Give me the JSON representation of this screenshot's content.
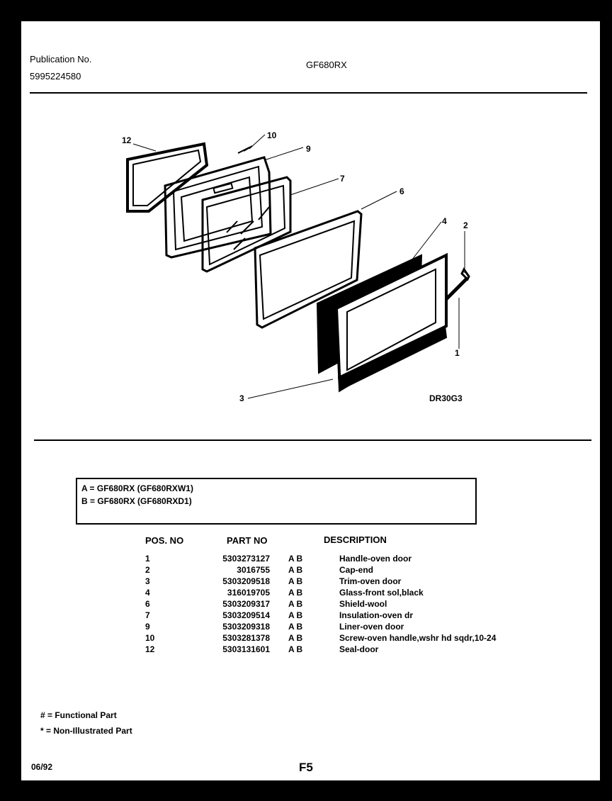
{
  "header": {
    "pub_label": "Publication No.",
    "pub_number": "5995224580",
    "model": "GF680RX"
  },
  "diagram": {
    "callouts": [
      "12",
      "10",
      "9",
      "7",
      "6",
      "4",
      "2",
      "1",
      "3"
    ],
    "code": "DR30G3"
  },
  "legend": {
    "lines": [
      "A = GF680RX (GF680RXW1)",
      "B = GF680RX (GF680RXD1)"
    ]
  },
  "parts_table": {
    "headers": {
      "pos": "POS. NO",
      "part": "PART NO",
      "desc": "DESCRIPTION"
    },
    "rows": [
      {
        "pos": "1",
        "part": "5303273127",
        "models": "A B",
        "desc": "Handle-oven door"
      },
      {
        "pos": "2",
        "part": "3016755",
        "models": "A B",
        "desc": "Cap-end"
      },
      {
        "pos": "3",
        "part": "5303209518",
        "models": "A B",
        "desc": "Trim-oven door"
      },
      {
        "pos": "4",
        "part": "316019705",
        "models": "A B",
        "desc": "Glass-front sol,black"
      },
      {
        "pos": "6",
        "part": "5303209317",
        "models": "A B",
        "desc": "Shield-wool"
      },
      {
        "pos": "7",
        "part": "5303209514",
        "models": "A B",
        "desc": "Insulation-oven dr"
      },
      {
        "pos": "9",
        "part": "5303209318",
        "models": "A B",
        "desc": "Liner-oven door"
      },
      {
        "pos": "10",
        "part": "5303281378",
        "models": "A B",
        "desc": "Screw-oven handle,wshr hd sqdr,10-24"
      },
      {
        "pos": "12",
        "part": "5303131601",
        "models": "A B",
        "desc": "Seal-door"
      }
    ]
  },
  "notes": {
    "functional": "# = Functional Part",
    "non_illustrated": "* = Non-Illustrated Part"
  },
  "footer": {
    "date": "06/92",
    "page": "F5"
  }
}
